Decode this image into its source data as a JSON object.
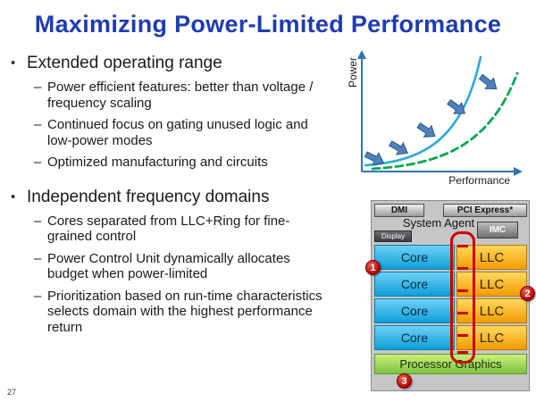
{
  "slide": {
    "title": "Maximizing Power-Limited Performance",
    "page_number": "27"
  },
  "bullets": [
    {
      "label": "Extended operating range",
      "subs": [
        "Power efficient features: better than voltage / frequency scaling",
        "Continued focus on gating unused logic and low-power modes",
        "Optimized manufacturing and circuits"
      ]
    },
    {
      "label": "Independent frequency domains",
      "subs": [
        "Cores separated from LLC+Ring for fine-grained control",
        "Power Control Unit dynamically allocates budget when power-limited",
        "Prioritization based on run-time characteristics selects domain with the highest performance return"
      ]
    }
  ],
  "chart_data": {
    "type": "line",
    "title": "",
    "xlabel": "Performance",
    "ylabel": "Power",
    "axis_ticks": "none (conceptual sketch, unlabeled axes)",
    "grid": false,
    "legend": "none",
    "series": [
      {
        "name": "baseline power-vs-performance curve",
        "style": "solid",
        "color": "#29A8E0",
        "x_norm": [
          0.05,
          0.35,
          0.55,
          0.68,
          0.74
        ],
        "y_norm": [
          0.05,
          0.1,
          0.3,
          0.65,
          0.95
        ]
      },
      {
        "name": "extended operating range curve",
        "style": "dashed",
        "color": "#00A651",
        "x_norm": [
          0.08,
          0.45,
          0.7,
          0.88,
          0.97
        ],
        "y_norm": [
          0.03,
          0.08,
          0.25,
          0.6,
          0.92
        ]
      }
    ],
    "annotations": [
      "5 thick blue block arrows between the curves pointing down-right (from solid toward dashed curve)"
    ]
  },
  "die": {
    "dmi_label": "DMI",
    "pci_label": "PCI Express*",
    "system_agent_label": "System Agent",
    "display_label": "Display",
    "imc_label": "IMC",
    "core_label": "Core",
    "llc_label": "LLC",
    "core_rows": 4,
    "graphics_label": "Processor Graphics",
    "callouts": [
      "1",
      "2",
      "3"
    ]
  },
  "colors": {
    "title": "#1F3BB3",
    "axis": "#2E74B5",
    "curve_blue": "#29A8E0",
    "curve_green": "#00A651",
    "arrow_fill": "#4F81BD",
    "arrow_edge": "#2F5780",
    "core_fill": "#0E9FD8",
    "llc_fill": "#F39C00",
    "graphics_fill": "#7DC242",
    "ring_red": "#CC0000",
    "callout_red": "#B00505"
  }
}
